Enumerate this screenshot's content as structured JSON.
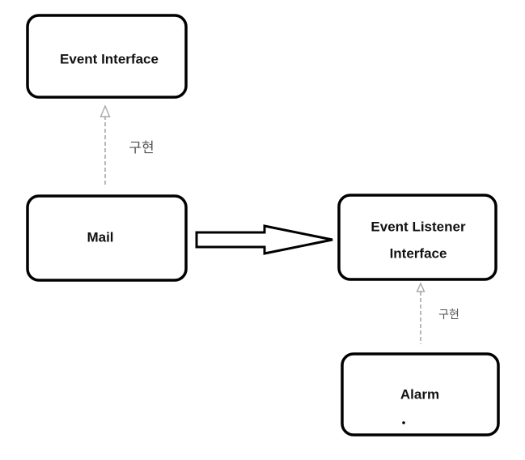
{
  "nodes": {
    "event_interface": "Event Interface",
    "mail": "Mail",
    "event_listener_interface_line1": "Event Listener",
    "event_listener_interface_line2": "Interface",
    "alarm": "Alarm"
  },
  "edges": {
    "mail_implements_label": "구현",
    "alarm_implements_label": "구현"
  }
}
